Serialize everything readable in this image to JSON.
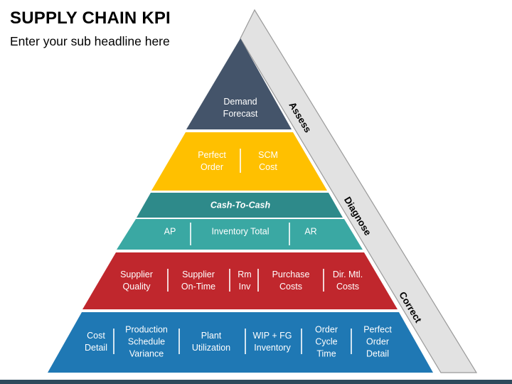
{
  "title": "SUPPLY CHAIN KPI",
  "subtitle": "Enter your sub headline here",
  "colors": {
    "tier1": "#44546a",
    "tier2": "#ffc000",
    "tier3_top": "#2e8a8a",
    "tier3_bottom": "#3aa8a3",
    "tier4": "#c0272d",
    "tier5": "#1f78b4",
    "side_band": "#e2e2e2",
    "footer": "#2e4a5c"
  },
  "side_labels": {
    "assess": "Assess",
    "diagnose": "Diagnose",
    "correct": "Correct"
  },
  "tiers": {
    "demand_forecast": "Demand\nForecast",
    "perfect_order": "Perfect\nOrder",
    "scm_cost": "SCM\nCost",
    "cash_to_cash": "Cash-To-Cash",
    "ap": "AP",
    "inventory_total": "Inventory Total",
    "ar": "AR",
    "supplier_quality": "Supplier\nQuality",
    "supplier_on_time": "Supplier\nOn-Time",
    "rm_inv": "Rm\nInv",
    "purchase_costs": "Purchase\nCosts",
    "dir_mtl_costs": "Dir. Mtl.\nCosts",
    "cost_detail": "Cost\nDetail",
    "production_schedule_variance": "Production\nSchedule\nVariance",
    "plant_utilization": "Plant\nUtilization",
    "wip_fg_inventory": "WIP + FG\nInventory",
    "order_cycle_time": "Order\nCycle\nTime",
    "perfect_order_detail": "Perfect\nOrder\nDetail"
  }
}
